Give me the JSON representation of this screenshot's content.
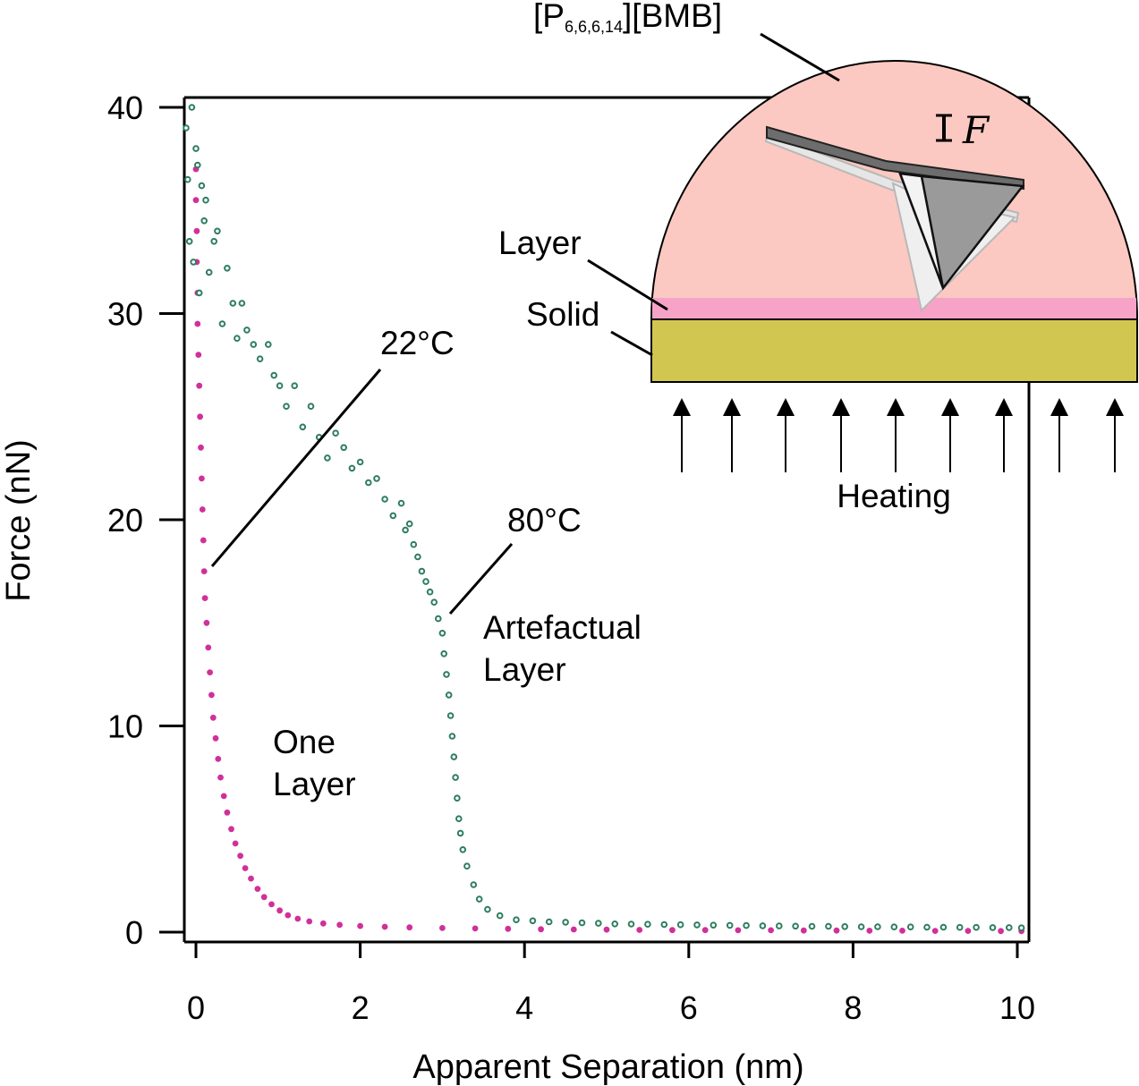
{
  "chart_data": {
    "type": "scatter",
    "xlabel": "Apparent Separation (nm)",
    "ylabel": "Force (nN)",
    "xlim": [
      -0.15,
      10.1
    ],
    "ylim": [
      -0.5,
      40.5
    ],
    "x_ticks": [
      0,
      2,
      4,
      6,
      8,
      10
    ],
    "y_ticks": [
      0,
      10,
      20,
      30,
      40
    ],
    "x_tick_labels": [
      "0",
      "2",
      "4",
      "6",
      "8",
      "10"
    ],
    "y_tick_labels": [
      "0",
      "10",
      "20",
      "30",
      "40"
    ],
    "grid": false,
    "series": [
      {
        "name": "22°C",
        "marker_color": "#d0309a",
        "x": [
          0.0,
          0.0,
          0.0,
          0.01,
          0.01,
          0.02,
          0.02,
          0.03,
          0.04,
          0.05,
          0.06,
          0.07,
          0.08,
          0.09,
          0.1,
          0.11,
          0.13,
          0.15,
          0.17,
          0.19,
          0.21,
          0.24,
          0.27,
          0.3,
          0.34,
          0.38,
          0.43,
          0.48,
          0.54,
          0.6,
          0.67,
          0.75,
          0.83,
          0.92,
          1.02,
          1.12,
          1.24,
          1.38,
          1.55,
          1.75,
          2.0,
          2.3,
          2.6,
          3.0,
          3.4,
          3.8,
          4.2,
          4.6,
          5.0,
          5.4,
          5.8,
          6.2,
          6.6,
          7.0,
          7.4,
          7.8,
          8.2,
          8.6,
          9.0,
          9.4,
          9.8,
          10.05
        ],
        "y": [
          38.0,
          37.0,
          35.5,
          34.0,
          32.5,
          31.0,
          29.5,
          28.0,
          26.5,
          25.0,
          23.5,
          22.0,
          20.5,
          19.0,
          17.5,
          16.2,
          15.0,
          13.8,
          12.6,
          11.5,
          10.4,
          9.4,
          8.4,
          7.5,
          6.6,
          5.8,
          5.0,
          4.3,
          3.7,
          3.1,
          2.6,
          2.1,
          1.7,
          1.35,
          1.05,
          0.82,
          0.65,
          0.52,
          0.42,
          0.35,
          0.3,
          0.26,
          0.23,
          0.2,
          0.18,
          0.16,
          0.14,
          0.13,
          0.12,
          0.11,
          0.1,
          0.1,
          0.09,
          0.09,
          0.08,
          0.08,
          0.07,
          0.07,
          0.06,
          0.06,
          0.05,
          0.05
        ]
      },
      {
        "name": "80°C",
        "marker_color": "#2e7d5e",
        "x": [
          -0.12,
          -0.1,
          -0.08,
          -0.05,
          -0.03,
          0.0,
          0.02,
          0.04,
          0.07,
          0.1,
          0.12,
          0.16,
          0.22,
          0.26,
          0.32,
          0.38,
          0.45,
          0.5,
          0.56,
          0.62,
          0.7,
          0.78,
          0.88,
          0.95,
          1.02,
          1.1,
          1.2,
          1.3,
          1.4,
          1.5,
          1.6,
          1.7,
          1.8,
          1.9,
          2.0,
          2.1,
          2.2,
          2.3,
          2.4,
          2.5,
          2.55,
          2.6,
          2.65,
          2.7,
          2.75,
          2.8,
          2.85,
          2.9,
          2.95,
          3.0,
          3.02,
          3.05,
          3.08,
          3.1,
          3.12,
          3.14,
          3.16,
          3.18,
          3.2,
          3.22,
          3.25,
          3.3,
          3.38,
          3.45,
          3.55,
          3.7,
          3.9,
          4.1,
          4.3,
          4.5,
          4.7,
          4.9,
          5.1,
          5.3,
          5.5,
          5.7,
          5.9,
          6.1,
          6.3,
          6.5,
          6.7,
          6.9,
          7.1,
          7.3,
          7.5,
          7.7,
          7.9,
          8.1,
          8.3,
          8.5,
          8.7,
          8.9,
          9.1,
          9.3,
          9.5,
          9.7,
          9.9,
          10.05
        ],
        "y": [
          39.0,
          36.5,
          33.5,
          40.0,
          32.5,
          38.0,
          37.2,
          31.0,
          36.2,
          34.5,
          35.5,
          32.0,
          33.5,
          34.0,
          29.5,
          32.2,
          30.5,
          28.8,
          30.5,
          29.2,
          28.5,
          27.8,
          28.5,
          27.0,
          26.5,
          25.5,
          26.5,
          24.5,
          25.5,
          24.0,
          23.0,
          24.2,
          23.5,
          22.5,
          22.8,
          21.8,
          22.0,
          21.0,
          20.2,
          20.8,
          19.5,
          19.8,
          18.8,
          18.2,
          17.5,
          17.0,
          16.5,
          16.0,
          15.2,
          14.5,
          13.5,
          12.5,
          11.5,
          10.5,
          9.5,
          8.5,
          7.5,
          6.5,
          5.5,
          4.8,
          4.0,
          3.2,
          2.3,
          1.6,
          1.1,
          0.8,
          0.6,
          0.55,
          0.5,
          0.48,
          0.45,
          0.43,
          0.4,
          0.39,
          0.38,
          0.37,
          0.36,
          0.35,
          0.34,
          0.33,
          0.32,
          0.31,
          0.3,
          0.29,
          0.28,
          0.28,
          0.27,
          0.26,
          0.26,
          0.25,
          0.25,
          0.24,
          0.24,
          0.23,
          0.23,
          0.22,
          0.22,
          0.21
        ]
      }
    ],
    "annotations": {
      "label_22c": "22°C",
      "label_80c": "80°C",
      "one_layer_line1": "One",
      "one_layer_line2": "Layer",
      "artefactual_line1": "Artefactual",
      "artefactual_line2": "Layer"
    }
  },
  "inset": {
    "ionic_liquid_label_pre": "[P",
    "ionic_liquid_label_sub": "6,6,6,14",
    "ionic_liquid_label_post": "][BMB]",
    "force_label": "F",
    "layer_label": "Layer",
    "solid_label": "Solid",
    "heating_label": "Heating",
    "colors": {
      "liquid": "#fbc9c1",
      "layer": "#f7a3c8",
      "solid": "#d1c750",
      "cantilever": "#6d6d6d",
      "tip": "#9a9a9a"
    }
  }
}
